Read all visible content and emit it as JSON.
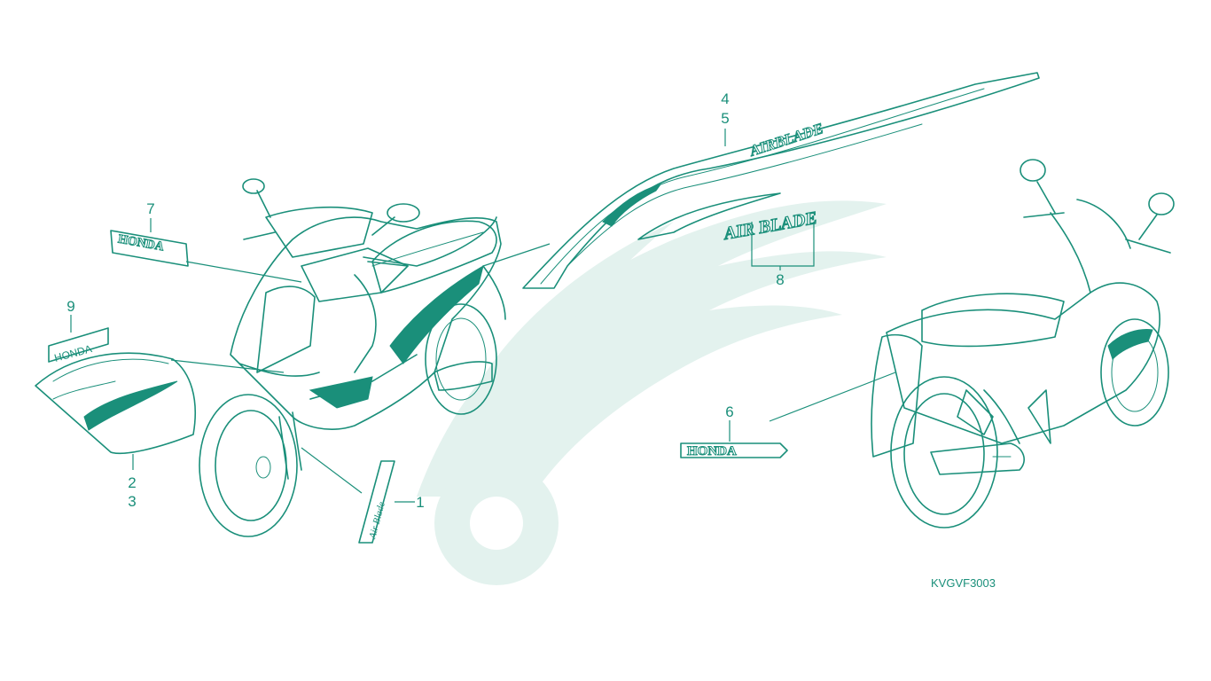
{
  "diagram_code": "KVGVF3003",
  "callouts": {
    "c1": "1",
    "c2": "2",
    "c3": "3",
    "c4": "4",
    "c5": "5",
    "c6": "6",
    "c7": "7",
    "c8": "8",
    "c9": "9"
  },
  "decals": {
    "honda_tank": "HONDA",
    "honda_small": "HONDA",
    "honda_rear": "HONDA",
    "airblade_side": "AIR BLADE",
    "airblade_stripe": "AIRBLADE",
    "fork_decal": "Air Blade"
  },
  "colors": {
    "ink": "#1a8f7a",
    "watermark": "#e3f2ee",
    "background": "#ffffff"
  }
}
